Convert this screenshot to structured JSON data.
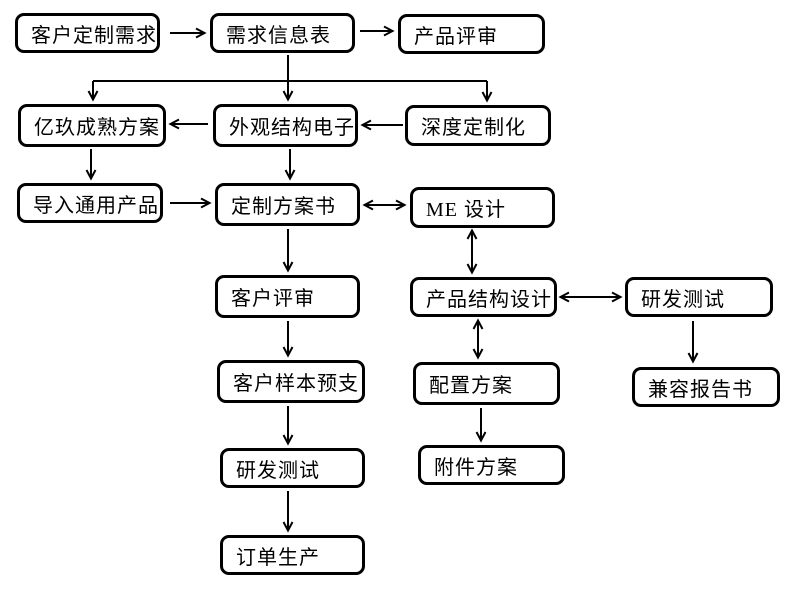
{
  "colors": {
    "box_border": "#000000",
    "box_fill": "#ffffff",
    "arrow": "#000000",
    "background": "#ffffff"
  },
  "nodes": {
    "customer_demand": "客户定制需求",
    "demand_info": "需求信息表",
    "product_review": "产品评审",
    "yijiu_mature": "亿玖成熟方案",
    "appearance_structure": "外观结构电子",
    "deep_customization": "深度定制化",
    "import_generic": "导入通用产品",
    "custom_plan": "定制方案书",
    "me_design": "ME 设计",
    "customer_review": "客户评审",
    "product_structure": "产品结构设计",
    "rd_test_right": "研发测试",
    "customer_sample": "客户样本预支",
    "config_plan": "配置方案",
    "compat_report": "兼容报告书",
    "rd_test_left": "研发测试",
    "attachment_plan": "附件方案",
    "order_production": "订单生产"
  }
}
